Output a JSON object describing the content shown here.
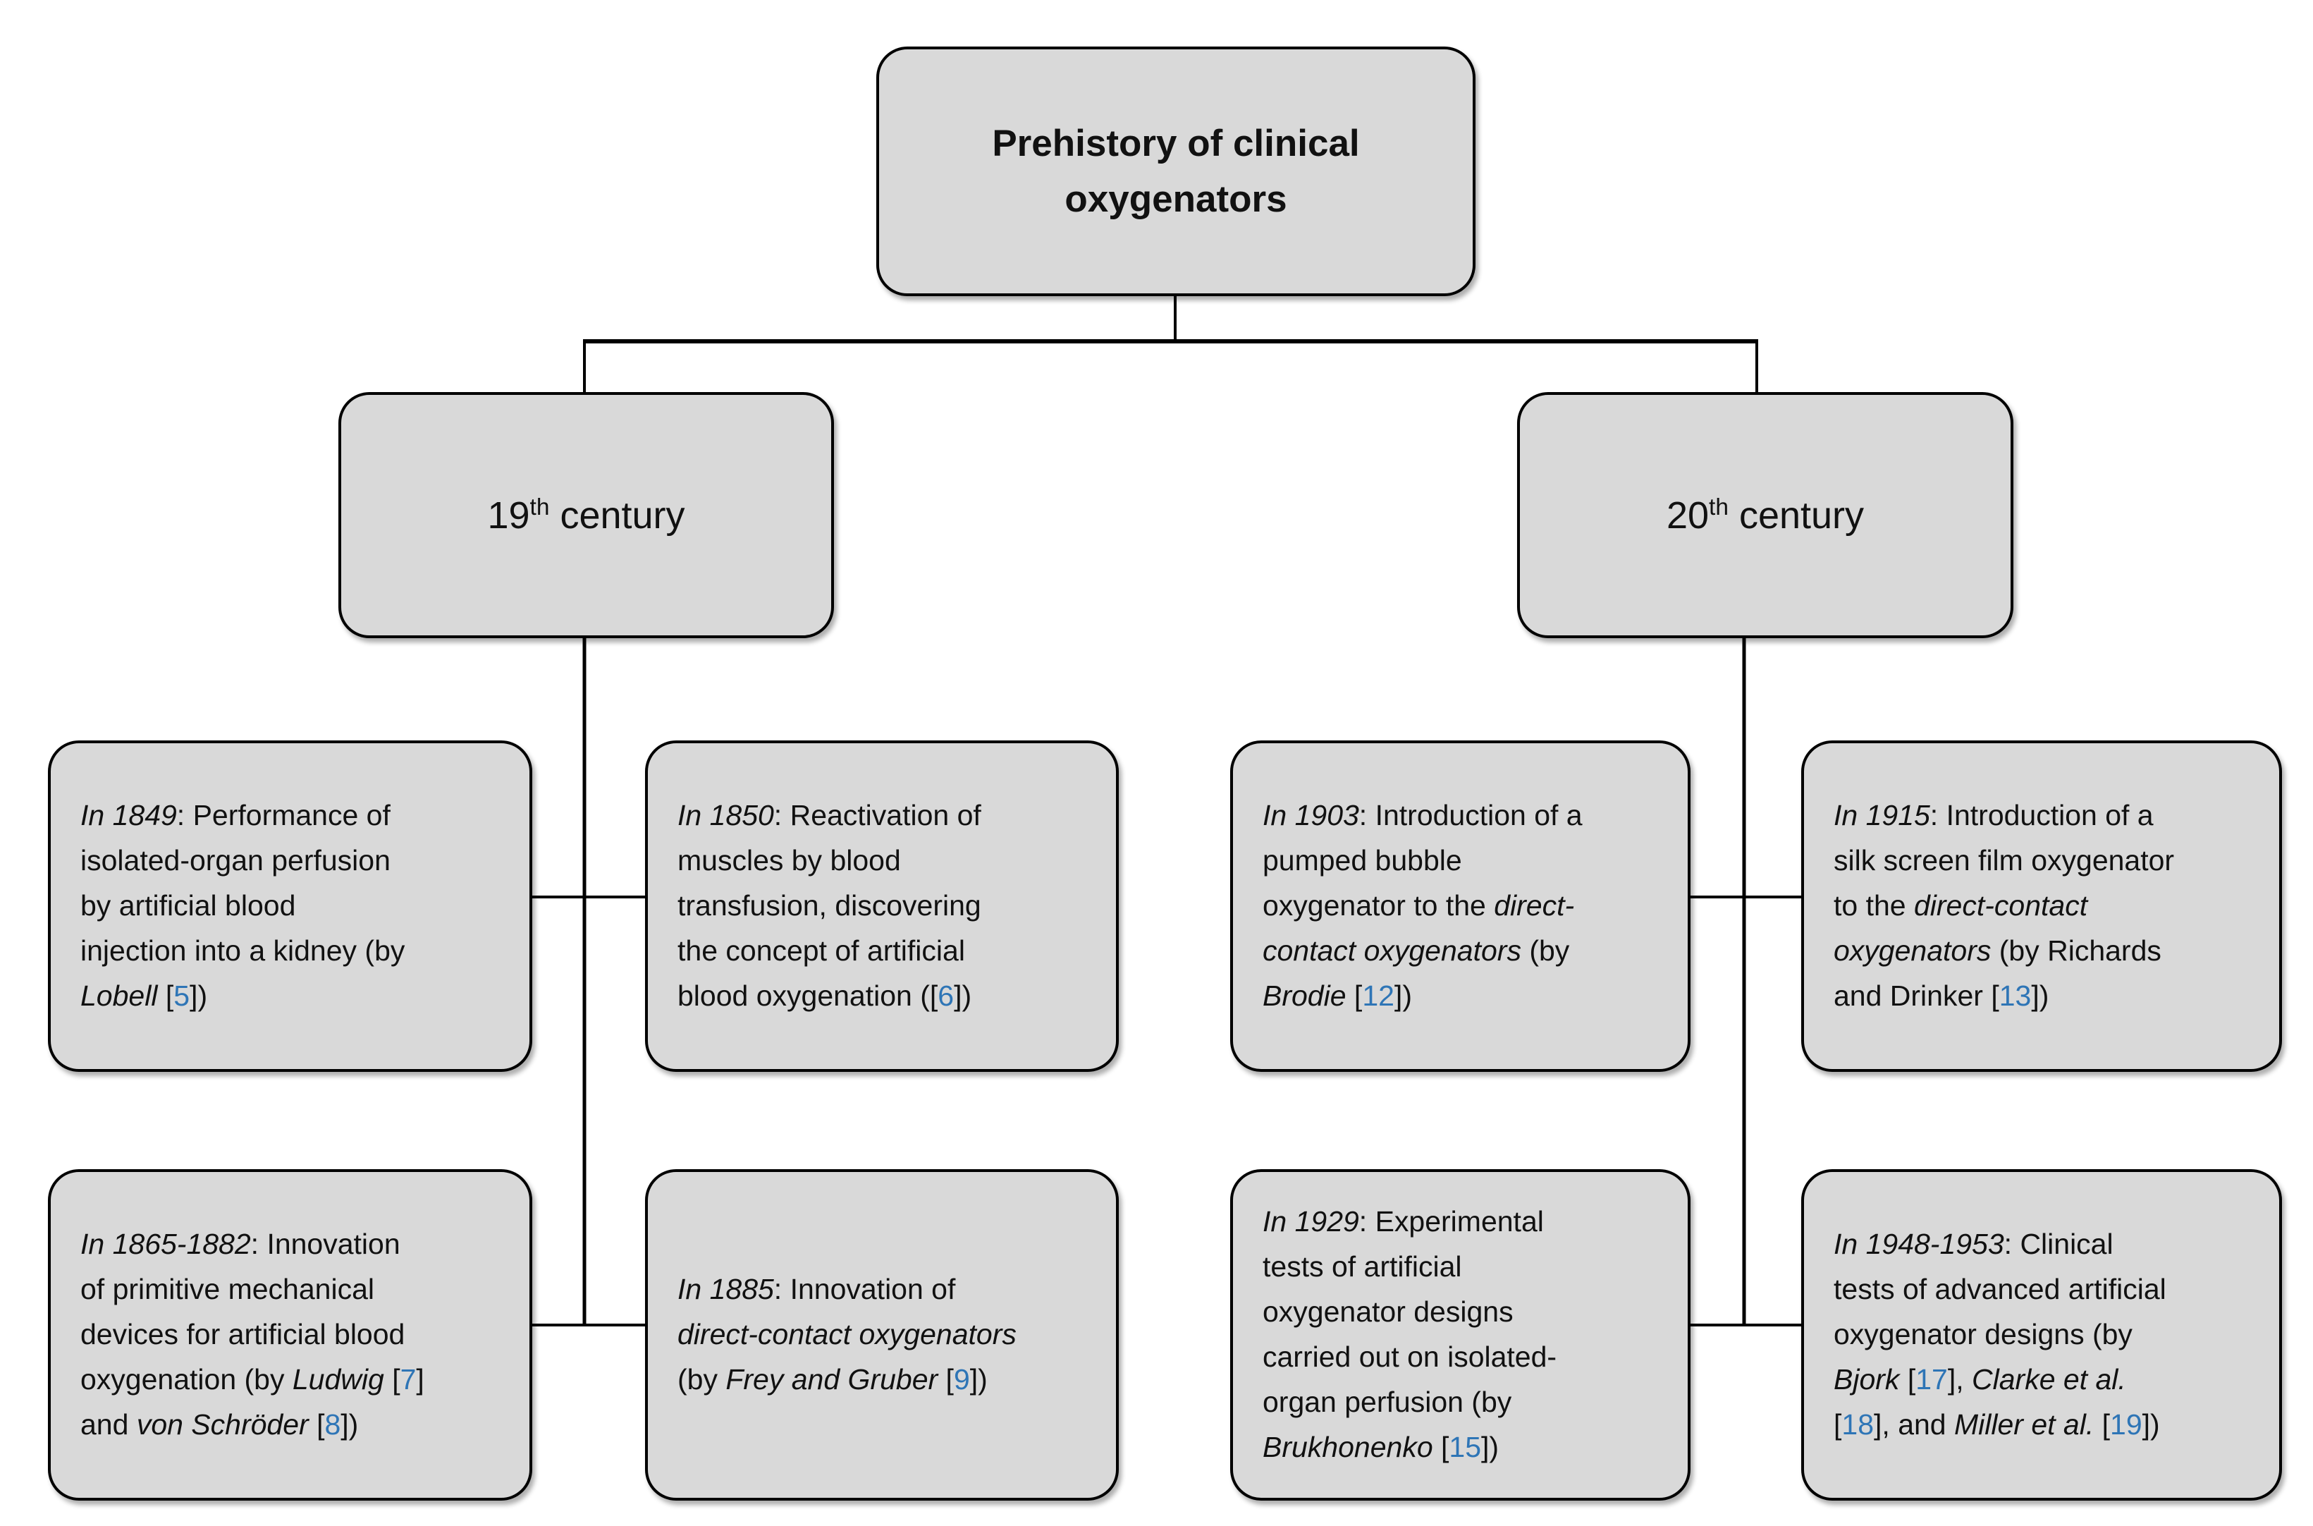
{
  "styles": {
    "box_fill": "#d9d9d9",
    "box_border": "#000000",
    "text_color": "#111111",
    "ref_color": "#2e75b6",
    "line_color": "#000000",
    "canvas_bg": "#ffffff"
  },
  "root_node": {
    "label": "Prehistory of clinical oxygenators",
    "segments": [
      {
        "t": "Prehistory of clinical\noxygenators",
        "b": true
      }
    ]
  },
  "branches": [
    {
      "label": "19th century",
      "segments": [
        {
          "t": "19"
        },
        {
          "t": "th",
          "sup": true
        },
        {
          "t": " century"
        }
      ]
    },
    {
      "label": "20th century",
      "segments": [
        {
          "t": "20"
        },
        {
          "t": "th",
          "sup": true
        },
        {
          "t": " century"
        }
      ]
    }
  ],
  "events": [
    {
      "id": "1849",
      "branch": "19th century",
      "segments": [
        {
          "t": "In 1849",
          "i": true
        },
        {
          "t": ": Performance of\nisolated-organ perfusion\nby artificial blood\ninjection into a kidney (by\n"
        },
        {
          "t": "Lobell",
          "i": true
        },
        {
          "t": " ["
        },
        {
          "t": "5",
          "r": true
        },
        {
          "t": "])"
        }
      ]
    },
    {
      "id": "1850",
      "branch": "19th century",
      "segments": [
        {
          "t": "In 1850",
          "i": true
        },
        {
          "t": ": Reactivation of\nmuscles by blood\ntransfusion, discovering\nthe concept of artificial\nblood oxygenation (["
        },
        {
          "t": "6",
          "r": true
        },
        {
          "t": "])"
        }
      ]
    },
    {
      "id": "1903",
      "branch": "20th century",
      "segments": [
        {
          "t": "In 1903",
          "i": true
        },
        {
          "t": ": Introduction of a\npumped bubble\noxygenator to the "
        },
        {
          "t": "direct-\ncontact oxygenators",
          "i": true
        },
        {
          "t": " (by\n"
        },
        {
          "t": "Brodie",
          "i": true
        },
        {
          "t": " ["
        },
        {
          "t": "12",
          "r": true
        },
        {
          "t": "])"
        }
      ]
    },
    {
      "id": "1915",
      "branch": "20th century",
      "segments": [
        {
          "t": "In 1915",
          "i": true
        },
        {
          "t": ": Introduction of a\nsilk screen film oxygenator\nto the "
        },
        {
          "t": "direct-contact\noxygenators",
          "i": true
        },
        {
          "t": " (by Richards\nand Drinker ["
        },
        {
          "t": "13",
          "r": true
        },
        {
          "t": "])"
        }
      ]
    },
    {
      "id": "1865-1882",
      "branch": "19th century",
      "segments": [
        {
          "t": "In 1865-1882",
          "i": true
        },
        {
          "t": ": Innovation\nof primitive mechanical\ndevices for artificial blood\noxygenation (by "
        },
        {
          "t": "Ludwig",
          "i": true
        },
        {
          "t": " ["
        },
        {
          "t": "7",
          "r": true
        },
        {
          "t": "]\nand "
        },
        {
          "t": "von Schröder",
          "i": true
        },
        {
          "t": " ["
        },
        {
          "t": "8",
          "r": true
        },
        {
          "t": "])"
        }
      ]
    },
    {
      "id": "1885",
      "branch": "19th century",
      "segments": [
        {
          "t": "In 1885",
          "i": true
        },
        {
          "t": ": Innovation of\n"
        },
        {
          "t": "direct-contact oxygenators",
          "i": true
        },
        {
          "t": "\n(by "
        },
        {
          "t": "Frey and Gruber",
          "i": true
        },
        {
          "t": " ["
        },
        {
          "t": "9",
          "r": true
        },
        {
          "t": "])"
        }
      ]
    },
    {
      "id": "1929",
      "branch": "20th century",
      "segments": [
        {
          "t": "In 1929",
          "i": true
        },
        {
          "t": ": Experimental\ntests of artificial\noxygenator designs\ncarried out on isolated-\norgan perfusion (by\n"
        },
        {
          "t": "Brukhonenko",
          "i": true
        },
        {
          "t": " ["
        },
        {
          "t": "15",
          "r": true
        },
        {
          "t": "])"
        }
      ]
    },
    {
      "id": "1948-1953",
      "branch": "20th century",
      "segments": [
        {
          "t": "In 1948-1953",
          "i": true
        },
        {
          "t": ": Clinical\ntests of advanced artificial\noxygenator designs (by\n"
        },
        {
          "t": "Bjork",
          "i": true
        },
        {
          "t": " ["
        },
        {
          "t": "17",
          "r": true
        },
        {
          "t": "], "
        },
        {
          "t": "Clarke et al.",
          "i": true
        },
        {
          "t": "\n["
        },
        {
          "t": "18",
          "r": true
        },
        {
          "t": "], and "
        },
        {
          "t": "Miller et al.",
          "i": true
        },
        {
          "t": " ["
        },
        {
          "t": "19",
          "r": true
        },
        {
          "t": "])"
        }
      ]
    }
  ]
}
